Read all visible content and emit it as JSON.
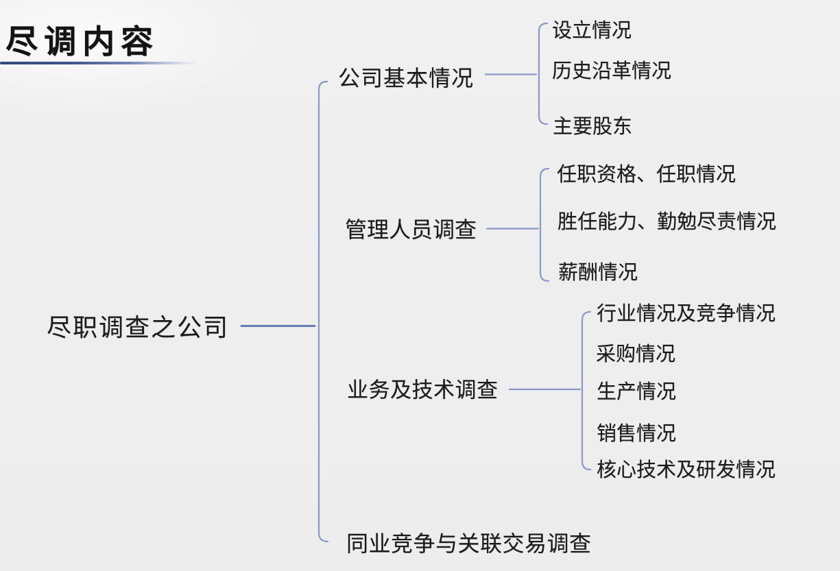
{
  "slide": {
    "title": "尽调内容",
    "colors": {
      "background": "#efeff0",
      "text": "#1b1b1b",
      "branch_line": "#8b98c7",
      "root_line": "#677bb3",
      "title_underline": "#31497e"
    }
  },
  "mindmap": {
    "root": {
      "label": "尽职调查之公司"
    },
    "branches": [
      {
        "label": "公司基本情况",
        "children": [
          {
            "label": "设立情况"
          },
          {
            "label": "历史沿革情况"
          },
          {
            "label": "主要股东"
          }
        ]
      },
      {
        "label": "管理人员调查",
        "children": [
          {
            "label": "任职资格、任职情况"
          },
          {
            "label": "胜任能力、勤勉尽责情况"
          },
          {
            "label": "薪酬情况"
          }
        ]
      },
      {
        "label": "业务及技术调查",
        "children": [
          {
            "label": "行业情况及竞争情况"
          },
          {
            "label": "采购情况"
          },
          {
            "label": "生产情况"
          },
          {
            "label": "销售情况"
          },
          {
            "label": "核心技术及研发情况"
          }
        ]
      },
      {
        "label": "同业竞争与关联交易调查",
        "children": []
      }
    ]
  }
}
